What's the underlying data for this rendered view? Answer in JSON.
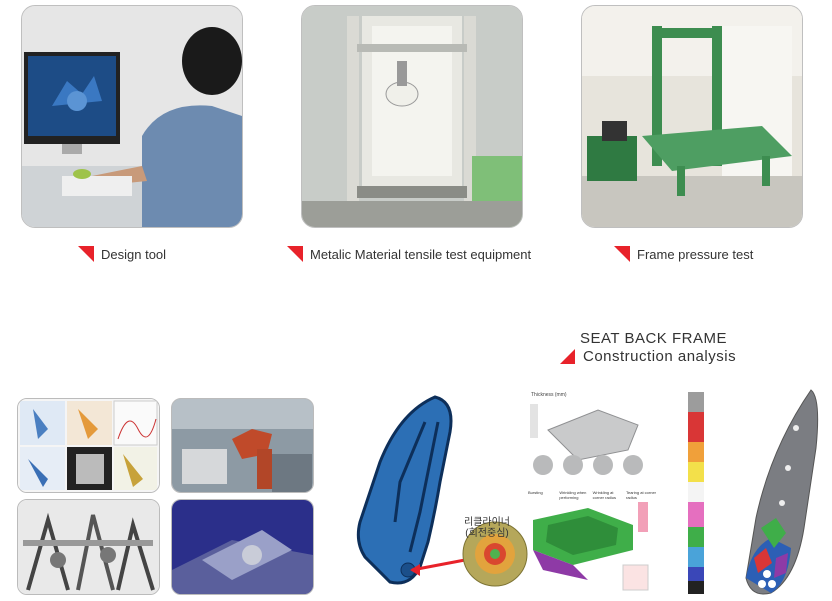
{
  "captions": {
    "design_tool": "Design tool",
    "tensile": "Metalic Material tensile test equipment",
    "frame_pressure": "Frame pressure test"
  },
  "seat_frame": {
    "title": "SEAT BACK FRAME",
    "subtitle": "Construction analysis"
  },
  "korean_label": {
    "line1": "리클라이너",
    "line2": "(회전중심)"
  },
  "forming_figure": {
    "thickness_label": "Thickness (mm)",
    "legend": [
      "Bursting",
      "Wrinkling when performing",
      "Wrinkling at corner radius",
      "Tearing at corner radius"
    ]
  },
  "colors": {
    "accent_red": "#e8222a",
    "frame_blue": "#2c6fb5"
  }
}
